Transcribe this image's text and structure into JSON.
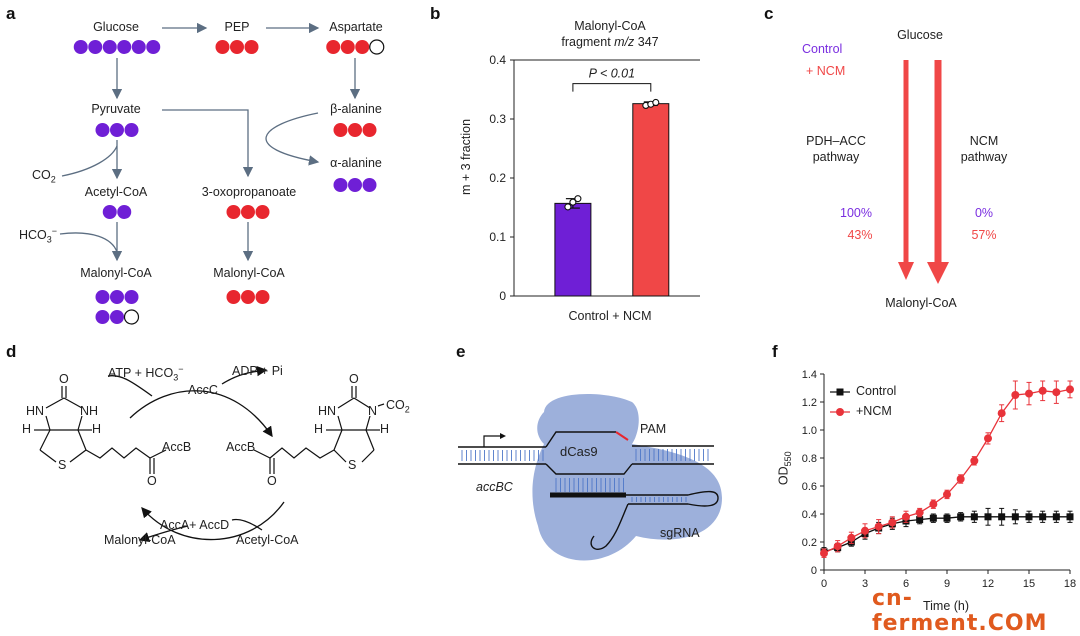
{
  "panel_labels": {
    "a": "a",
    "b": "b",
    "c": "c",
    "d": "d",
    "e": "e",
    "f": "f"
  },
  "colors": {
    "purple": "#6f1fd6",
    "red": "#e8262e",
    "light_red": "#f04747",
    "arrow_gray": "#5c6e82",
    "cas9_blue": "#9db0db",
    "black": "#111111"
  },
  "panel_a": {
    "glucose": "Glucose",
    "pep": "PEP",
    "aspartate": "Aspartate",
    "pyruvate": "Pyruvate",
    "beta_alanine": "β-alanine",
    "alpha_alanine": "α-alanine",
    "co2": "CO",
    "co2_sub": "2",
    "acetyl_coa": "Acetyl-CoA",
    "oxopropanoate": "3-oxopropanoate",
    "hco3": "HCO",
    "hco3_sub": "3",
    "hco3_sup": "−",
    "malonyl_coa_left": "Malonyl-CoA",
    "malonyl_coa_right": "Malonyl-CoA"
  },
  "panel_b": {
    "title_line1": "Malonyl-CoA",
    "title_line2_prefix": "fragment ",
    "title_line2_italic": "m/z",
    "title_line2_suffix": " 347",
    "ylabel": "m + 3 fraction",
    "xlabel": "Control + NCM",
    "pvalue": "P < 0.01"
  },
  "panel_c": {
    "control": "Control",
    "ncm": "+ NCM",
    "glucose": "Glucose",
    "pdh_line1": "PDH–ACC",
    "pdh_line2": "pathway",
    "ncm_line1": "NCM",
    "ncm_line2": "pathway",
    "pdh_control": "100%",
    "pdh_ncm": "43%",
    "ncm_control": "0%",
    "ncm_ncm": "57%",
    "malonyl": "Malonyl-CoA"
  },
  "panel_d": {
    "atp": "ATP + HCO",
    "atp_sub": "3",
    "atp_sup": "−",
    "adp": "ADP + Pi",
    "accc": "AccC",
    "accb_left": "AccB",
    "accb_right": "AccB",
    "accad": "AccA+ AccD",
    "malonyl": "Malonyl-CoA",
    "acetyl": "Acetyl-CoA",
    "hn": "HN",
    "nh": "NH",
    "n": "N",
    "o_top_left": "O",
    "o_top_right": "O",
    "o_carbonyl_left": "O",
    "o_carbonyl_right": "O",
    "s_left": "S",
    "s_right": "S",
    "h1": "H",
    "h2": "H",
    "h3": "H",
    "h4": "H",
    "co2_group": "CO",
    "co2_group_sub": "2"
  },
  "panel_e": {
    "dcas9": "dCas9",
    "pam": "PAM",
    "accbc": "accBC",
    "sgrna": "sgRNA"
  },
  "panel_f": {
    "ylabel": "OD",
    "ylabel_sub": "550",
    "xlabel": "Time (h)",
    "legend_control": "Control",
    "legend_ncm": "+NCM"
  },
  "watermark": "cn-ferment.COM",
  "chart_data": [
    {
      "type": "bar",
      "title": "Malonyl-CoA fragment m/z 347",
      "categories": [
        "Control",
        "+ NCM"
      ],
      "values": [
        0.157,
        0.326
      ],
      "errors": [
        0.008,
        0.003
      ],
      "points": [
        [
          0.151,
          0.159,
          0.165
        ],
        [
          0.323,
          0.325,
          0.328
        ]
      ],
      "xlabel": "Control + NCM",
      "ylabel": "m + 3 fraction",
      "ylim": [
        0,
        0.4
      ],
      "yticks": [
        0,
        0.1,
        0.2,
        0.3,
        0.4
      ],
      "annotation": "P < 0.01",
      "colors": [
        "#6f1fd6",
        "#f04747"
      ]
    },
    {
      "type": "line",
      "xlabel": "Time (h)",
      "ylabel": "OD550",
      "xlim": [
        0,
        18
      ],
      "ylim": [
        0,
        1.4
      ],
      "xticks": [
        0,
        3,
        6,
        9,
        12,
        15,
        18
      ],
      "yticks": [
        0,
        0.2,
        0.4,
        0.6,
        0.8,
        1.0,
        1.2,
        1.4
      ],
      "legend": "top-left",
      "series": [
        {
          "name": "Control",
          "color": "#111111",
          "marker": "square",
          "x": [
            0,
            1,
            2,
            3,
            4,
            5,
            6,
            7,
            8,
            9,
            10,
            11,
            12,
            13,
            14,
            15,
            16,
            17,
            18
          ],
          "y": [
            0.13,
            0.16,
            0.2,
            0.26,
            0.3,
            0.33,
            0.35,
            0.36,
            0.37,
            0.37,
            0.38,
            0.38,
            0.38,
            0.38,
            0.38,
            0.38,
            0.38,
            0.38,
            0.38
          ],
          "err": [
            0.03,
            0.03,
            0.03,
            0.04,
            0.04,
            0.04,
            0.04,
            0.03,
            0.03,
            0.03,
            0.03,
            0.04,
            0.06,
            0.06,
            0.05,
            0.04,
            0.04,
            0.04,
            0.04
          ]
        },
        {
          "name": "+NCM",
          "color": "#e8333a",
          "marker": "circle",
          "x": [
            0,
            1,
            2,
            3,
            4,
            5,
            6,
            7,
            8,
            9,
            10,
            11,
            12,
            13,
            14,
            15,
            16,
            17,
            18
          ],
          "y": [
            0.12,
            0.17,
            0.23,
            0.28,
            0.31,
            0.34,
            0.38,
            0.41,
            0.47,
            0.54,
            0.65,
            0.78,
            0.94,
            1.12,
            1.25,
            1.26,
            1.28,
            1.27,
            1.29
          ],
          "err": [
            0.03,
            0.04,
            0.04,
            0.05,
            0.05,
            0.04,
            0.04,
            0.03,
            0.03,
            0.03,
            0.03,
            0.03,
            0.04,
            0.06,
            0.1,
            0.08,
            0.07,
            0.08,
            0.06
          ]
        }
      ]
    }
  ]
}
